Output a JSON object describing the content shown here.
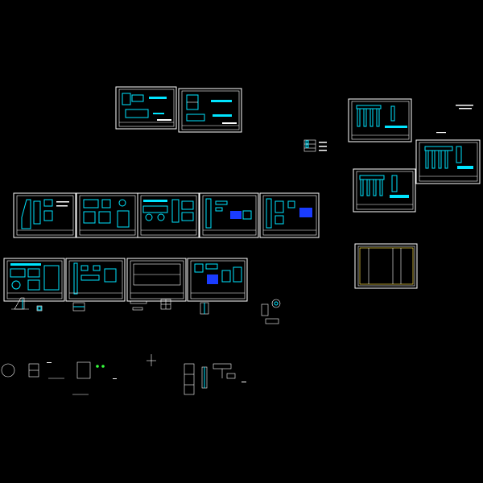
{
  "window": {
    "background": "#000000",
    "line_colors": {
      "border": "#ffffff",
      "structure": "#00e5ff",
      "fill": "#1a3cff",
      "accent": "#ffe24a",
      "marker": "#36ff3c"
    }
  },
  "drawing": {
    "sheet_groups": [
      {
        "name": "top-pair",
        "sheets": 2
      },
      {
        "name": "right-column",
        "sheets": 4
      },
      {
        "name": "row-one",
        "sheets": 5
      },
      {
        "name": "row-two",
        "sheets": 4
      }
    ],
    "detached_details": 14
  }
}
